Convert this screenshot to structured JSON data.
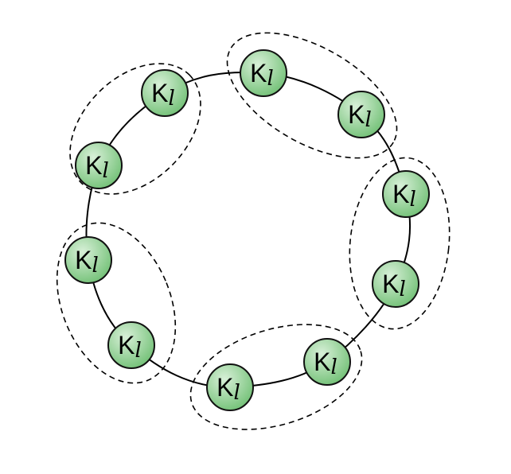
{
  "diagram": {
    "node_label": "K",
    "node_subscript": "l",
    "node_count": 10,
    "group_count": 5,
    "colors": {
      "node_fill_light": "#d8f0d8",
      "node_fill_dark": "#6fbf73",
      "stroke": "#000000"
    }
  }
}
